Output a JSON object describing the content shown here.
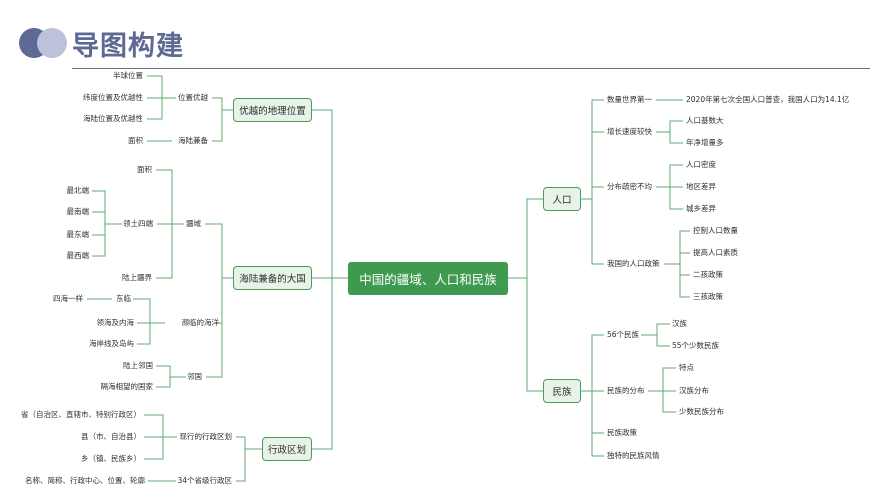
{
  "header": {
    "title": "导图构建",
    "colors": {
      "dot_dark": "#5d6b94",
      "dot_light": "#bcc2db",
      "title": "#5e6a93",
      "rule": "#6b6f80"
    }
  },
  "colors": {
    "line": "#5fa86f",
    "box_border": "#4a9c5d",
    "box_fill": "#e6f3e6",
    "root_fill": "#3d9a4f"
  },
  "mindmap": {
    "root": "中国的疆域、人口和民族",
    "branch1": {
      "label": "优越的地理位置",
      "position": {
        "label": "位置优越",
        "items": [
          "半球位置",
          "纬度位置及优越性",
          "海陆位置及优越性"
        ]
      },
      "area": "面积",
      "land_sea": "海陆兼备"
    },
    "branch2": {
      "label": "海陆兼备的大国",
      "territory": {
        "label": "疆域",
        "area": "面积",
        "extremes": {
          "label": "领土四端",
          "items": [
            "最北端",
            "最南端",
            "最东端",
            "最西端"
          ]
        },
        "border": "陆上疆界"
      },
      "seas": {
        "label": "濒临的海洋",
        "east": {
          "label": "东临",
          "sub": "四海一样"
        },
        "items": [
          "领海及内海",
          "海岸线及岛屿"
        ]
      },
      "neighbors": {
        "label": "邻国",
        "items": [
          "陆上邻国",
          "隔海相望的国家"
        ]
      }
    },
    "branch3": {
      "label": "行政区划",
      "current": {
        "label": "现行的行政区划",
        "items": [
          "省（自治区、直辖市、特别行政区）",
          "县（市、自治县）",
          "乡（镇、民族乡）"
        ]
      },
      "provinces": {
        "label": "34个省级行政区",
        "sub": "名称、简称、行政中心、位置、轮廓"
      }
    },
    "population": {
      "label": "人口",
      "first": {
        "label": "数量世界第一",
        "detail": "2020年第七次全国人口普查，我国人口为14.1亿"
      },
      "growth": {
        "label": "增长速度较快",
        "items": [
          "人口基数大",
          "年净增量多"
        ]
      },
      "distribution": {
        "label": "分布疏密不均",
        "items": [
          "人口密度",
          "地区差异",
          "城乡差异"
        ]
      },
      "policy": {
        "label": "我国的人口政策",
        "items": [
          "控制人口数量",
          "提高人口素质",
          "二孩政策",
          "三孩政策"
        ]
      }
    },
    "ethnicity": {
      "label": "民族",
      "count": {
        "label": "56个民族",
        "items": [
          "汉族",
          "55个少数民族"
        ]
      },
      "distribution": {
        "label": "民族的分布",
        "items": [
          "特点",
          "汉族分布",
          "少数民族分布"
        ]
      },
      "policy": "民族政策",
      "customs": "独特的民族风情"
    }
  }
}
